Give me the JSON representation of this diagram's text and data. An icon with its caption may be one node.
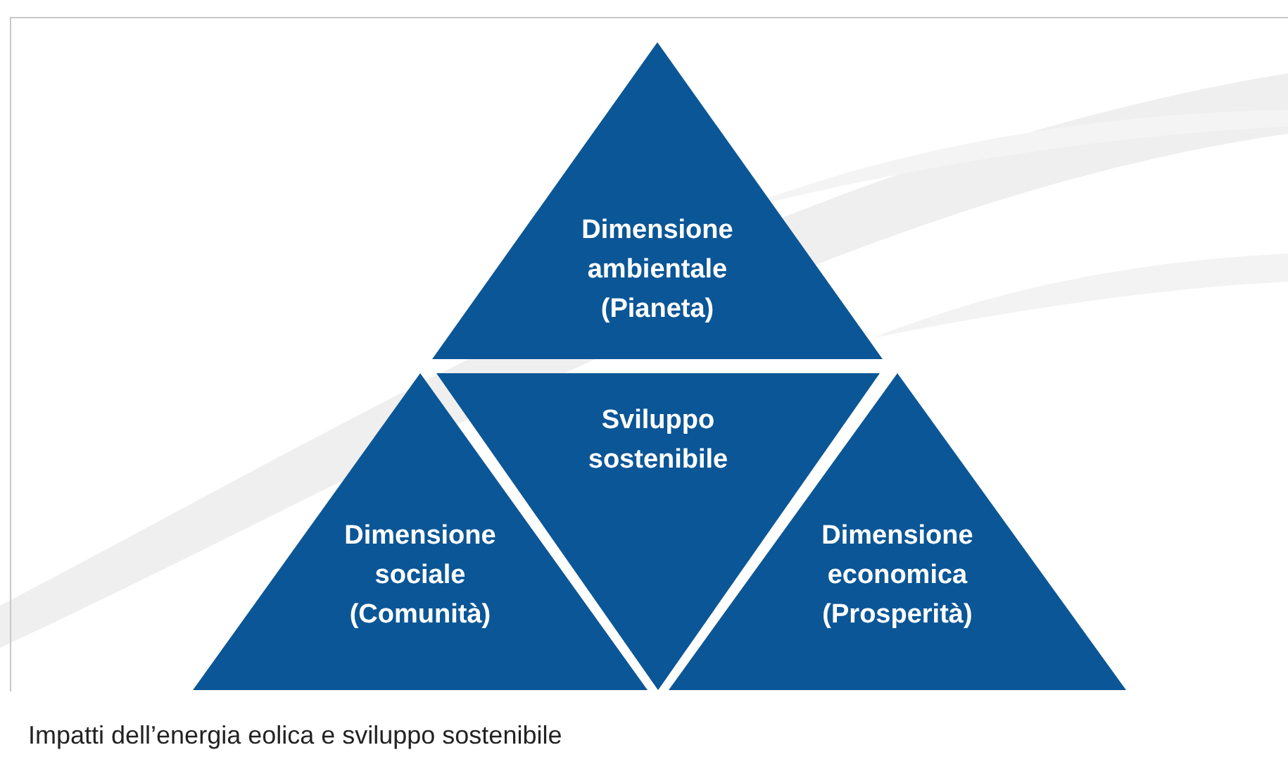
{
  "diagram": {
    "caption": "Impatti dell’energia eolica e sviluppo sostenibile",
    "nodes": [
      {
        "text": [
          "Dimensione ambientale (Pianeta)"
        ]
      },
      {
        "text": [
          "Dimensione sociale (Comunità)"
        ]
      },
      {
        "text": [
          "Sviluppo sostenibile"
        ]
      },
      {
        "text": [
          "Dimensione economica (Prosperità)"
        ]
      }
    ]
  }
}
